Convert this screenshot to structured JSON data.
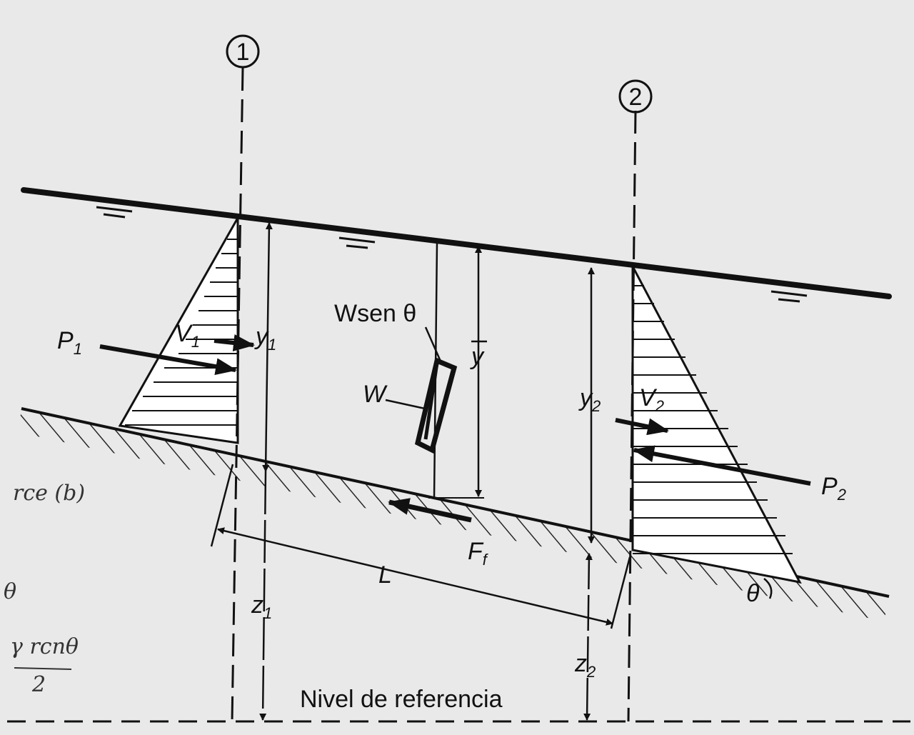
{
  "sections": {
    "s1": "1",
    "s2": "2"
  },
  "labels": {
    "p1": "P",
    "p1_sub": "1",
    "v1": "V",
    "v1_sub": "1",
    "y1": "y",
    "y1_sub": "1",
    "y2": "y",
    "y2_sub": "2",
    "v2": "V",
    "v2_sub": "2",
    "p2": "P",
    "p2_sub": "2",
    "wsen": "Wsen θ",
    "w": "W",
    "ybar": "y",
    "ff": "F",
    "ff_sub": "f",
    "L": "L",
    "z1": "z",
    "z1_sub": "1",
    "z2": "z",
    "z2_sub": "2",
    "theta": "θ",
    "datum": "Nivel de referencia"
  },
  "margin_notes": {
    "note1": "rce (b)",
    "note2": "θ",
    "note3": "γ rcnθ",
    "note4": "2"
  }
}
